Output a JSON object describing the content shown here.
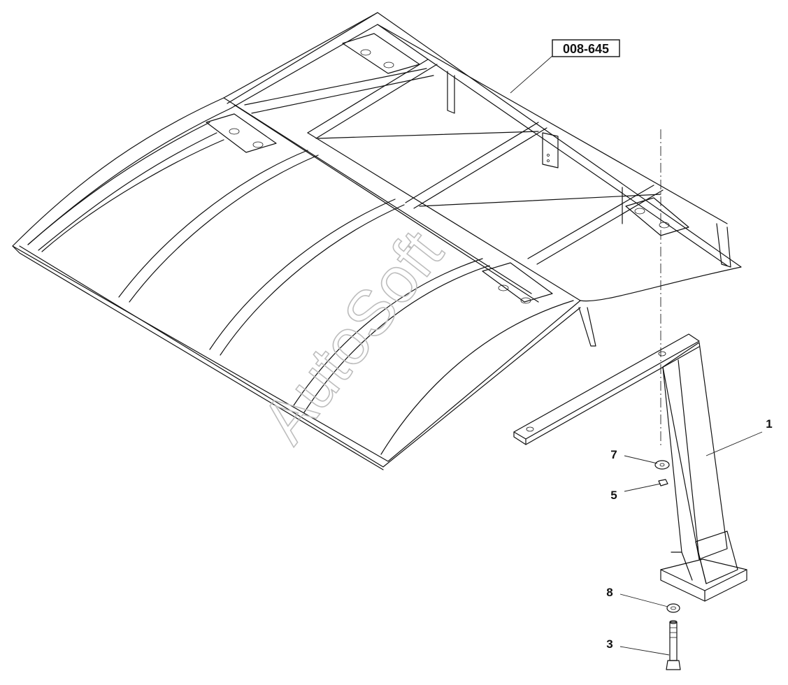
{
  "drawing": {
    "reference_code": "008-645",
    "watermark": "AutoSoft",
    "callouts": [
      {
        "id": "c1",
        "label": "1",
        "part": "bracket"
      },
      {
        "id": "c7",
        "label": "7",
        "part": "washer"
      },
      {
        "id": "c5",
        "label": "5",
        "part": "nut"
      },
      {
        "id": "c8",
        "label": "8",
        "part": "spring-washer"
      },
      {
        "id": "c3",
        "label": "3",
        "part": "bolt"
      }
    ]
  }
}
